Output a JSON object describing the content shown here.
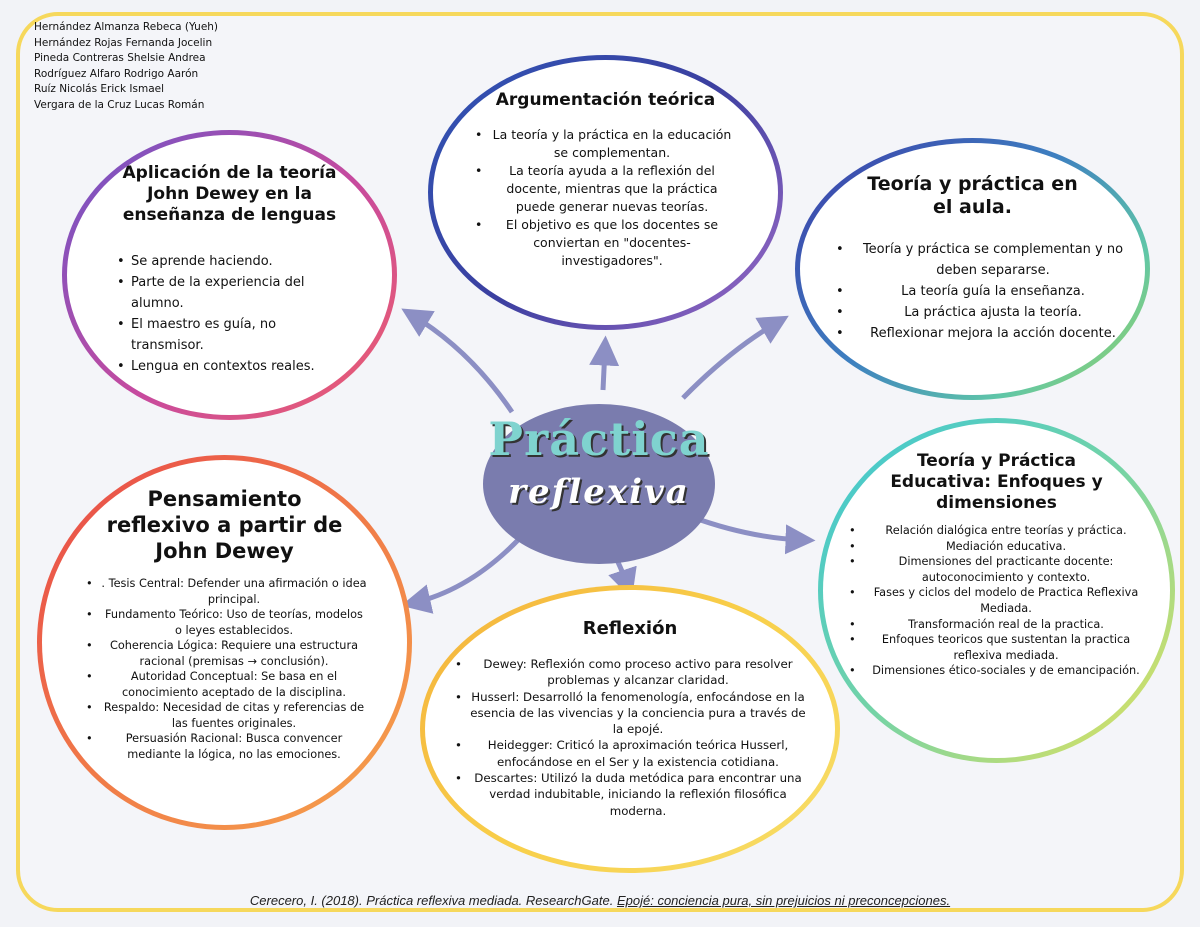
{
  "authors": [
    "Hernández Almanza Rebeca (Yueh)",
    "Hernández Rojas Fernanda Jocelin",
    "Pineda Contreras Shelsie Andrea",
    "Rodríguez Alfaro Rodrigo Aarón",
    "Ruíz Nicolás Erick Ismael",
    "Vergara de la Cruz Lucas Román"
  ],
  "center": {
    "line1": "Práctica",
    "line2": "reflexiva"
  },
  "nodes": {
    "aplicacion": {
      "title_lines": [
        "Aplicación de la teoría",
        "John Dewey en la",
        "enseñanza de lenguas"
      ],
      "points": [
        "Se aprende haciendo.",
        "Parte de la experiencia del alumno.",
        "El maestro es guía, no transmisor.",
        "Lengua en contextos reales."
      ]
    },
    "argumentacion": {
      "title_lines": [
        "Argumentación teórica"
      ],
      "points": [
        "La teoría y la práctica en la educación se complementan.",
        "La teoría ayuda a la reflexión del docente, mientras que la práctica puede generar nuevas teorías.",
        "El objetivo es que los docentes se conviertan en \"docentes-investigadores\"."
      ]
    },
    "teoria_aula": {
      "title_lines": [
        "Teoría y práctica en",
        "el aula."
      ],
      "points": [
        "Teoría y práctica se complementan y no deben separarse.",
        "La teoría guía la enseñanza.",
        "La práctica ajusta la teoría.",
        "Reflexionar mejora la acción docente."
      ]
    },
    "pensamiento": {
      "title_lines": [
        "Pensamiento",
        "reflexivo a partir de",
        "John Dewey"
      ],
      "points": [
        ". Tesis Central: Defender una afirmación o idea principal.",
        "Fundamento Teórico: Uso de teorías, modelos o leyes establecidos.",
        "Coherencia Lógica: Requiere una estructura racional (premisas → conclusión).",
        "Autoridad Conceptual: Se basa en el conocimiento aceptado de la disciplina.",
        "Respaldo: Necesidad de citas y referencias de las fuentes originales.",
        "Persuasión Racional: Busca convencer mediante la lógica, no las emociones."
      ]
    },
    "reflexion": {
      "title_lines": [
        "Reflexión"
      ],
      "points": [
        "Dewey: Reflexión como proceso activo para resolver problemas y alcanzar claridad.",
        "Husserl: Desarrolló la fenomenología, enfocándose en la esencia de las vivencias y la conciencia pura a través de la epojé.",
        "Heidegger: Criticó la aproximación teórica Husserl, enfocándose en el Ser y la existencia cotidiana.",
        "Descartes: Utilizó la duda metódica para encontrar una verdad indubitable, iniciando la reflexión filosófica moderna."
      ]
    },
    "enfoques": {
      "title_lines": [
        "Teoría y Práctica",
        "Educativa: Enfoques y",
        "dimensiones"
      ],
      "points": [
        "Relación dialógica entre teorías y práctica.",
        "Mediación educativa.",
        "Dimensiones del practicante docente: autoconocimiento y contexto.",
        "Fases y ciclos del modelo de Practica Reflexiva Mediada.",
        "Transformación real de la practica.",
        "Enfoques teoricos que sustentan la practica reflexiva mediada.",
        "Dimensiones ético-sociales y de emancipación."
      ]
    }
  },
  "citation": {
    "text": "Cerecero, I. (2018). Práctica reflexiva mediada. ResearchGate.",
    "underlined": "Epojé: conciencia pura, sin prejuicios ni preconcepciones."
  },
  "colors": {
    "frame": "#f6d85c",
    "center_fill": "#7a7cae",
    "center_title": "#7fd3cf",
    "arrow": "#8c8fc4"
  }
}
